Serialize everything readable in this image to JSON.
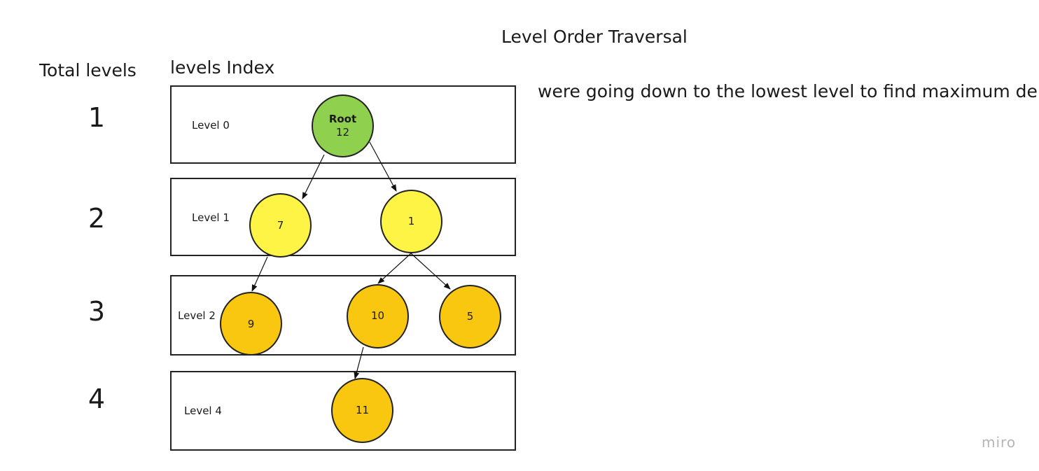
{
  "title": "Level Order Traversal",
  "headers": {
    "total_levels": "Total levels",
    "levels_index": "levels Index"
  },
  "note": "were going down to the lowest level to find maximum dept",
  "level_counts": [
    "1",
    "2",
    "3",
    "4"
  ],
  "level_labels": [
    "Level 0",
    "Level 1",
    "Level 2",
    "Level 4"
  ],
  "nodes": {
    "root": {
      "label": "Root",
      "value": "12"
    },
    "n7": {
      "value": "7"
    },
    "n1": {
      "value": "1"
    },
    "n9": {
      "value": "9"
    },
    "n10": {
      "value": "10"
    },
    "n5": {
      "value": "5"
    },
    "n11": {
      "value": "11"
    }
  },
  "colors": {
    "root": "#8fd14f",
    "level1": "#fef445",
    "deeper": "#fac710",
    "border": "#222222"
  },
  "watermark": "miro"
}
